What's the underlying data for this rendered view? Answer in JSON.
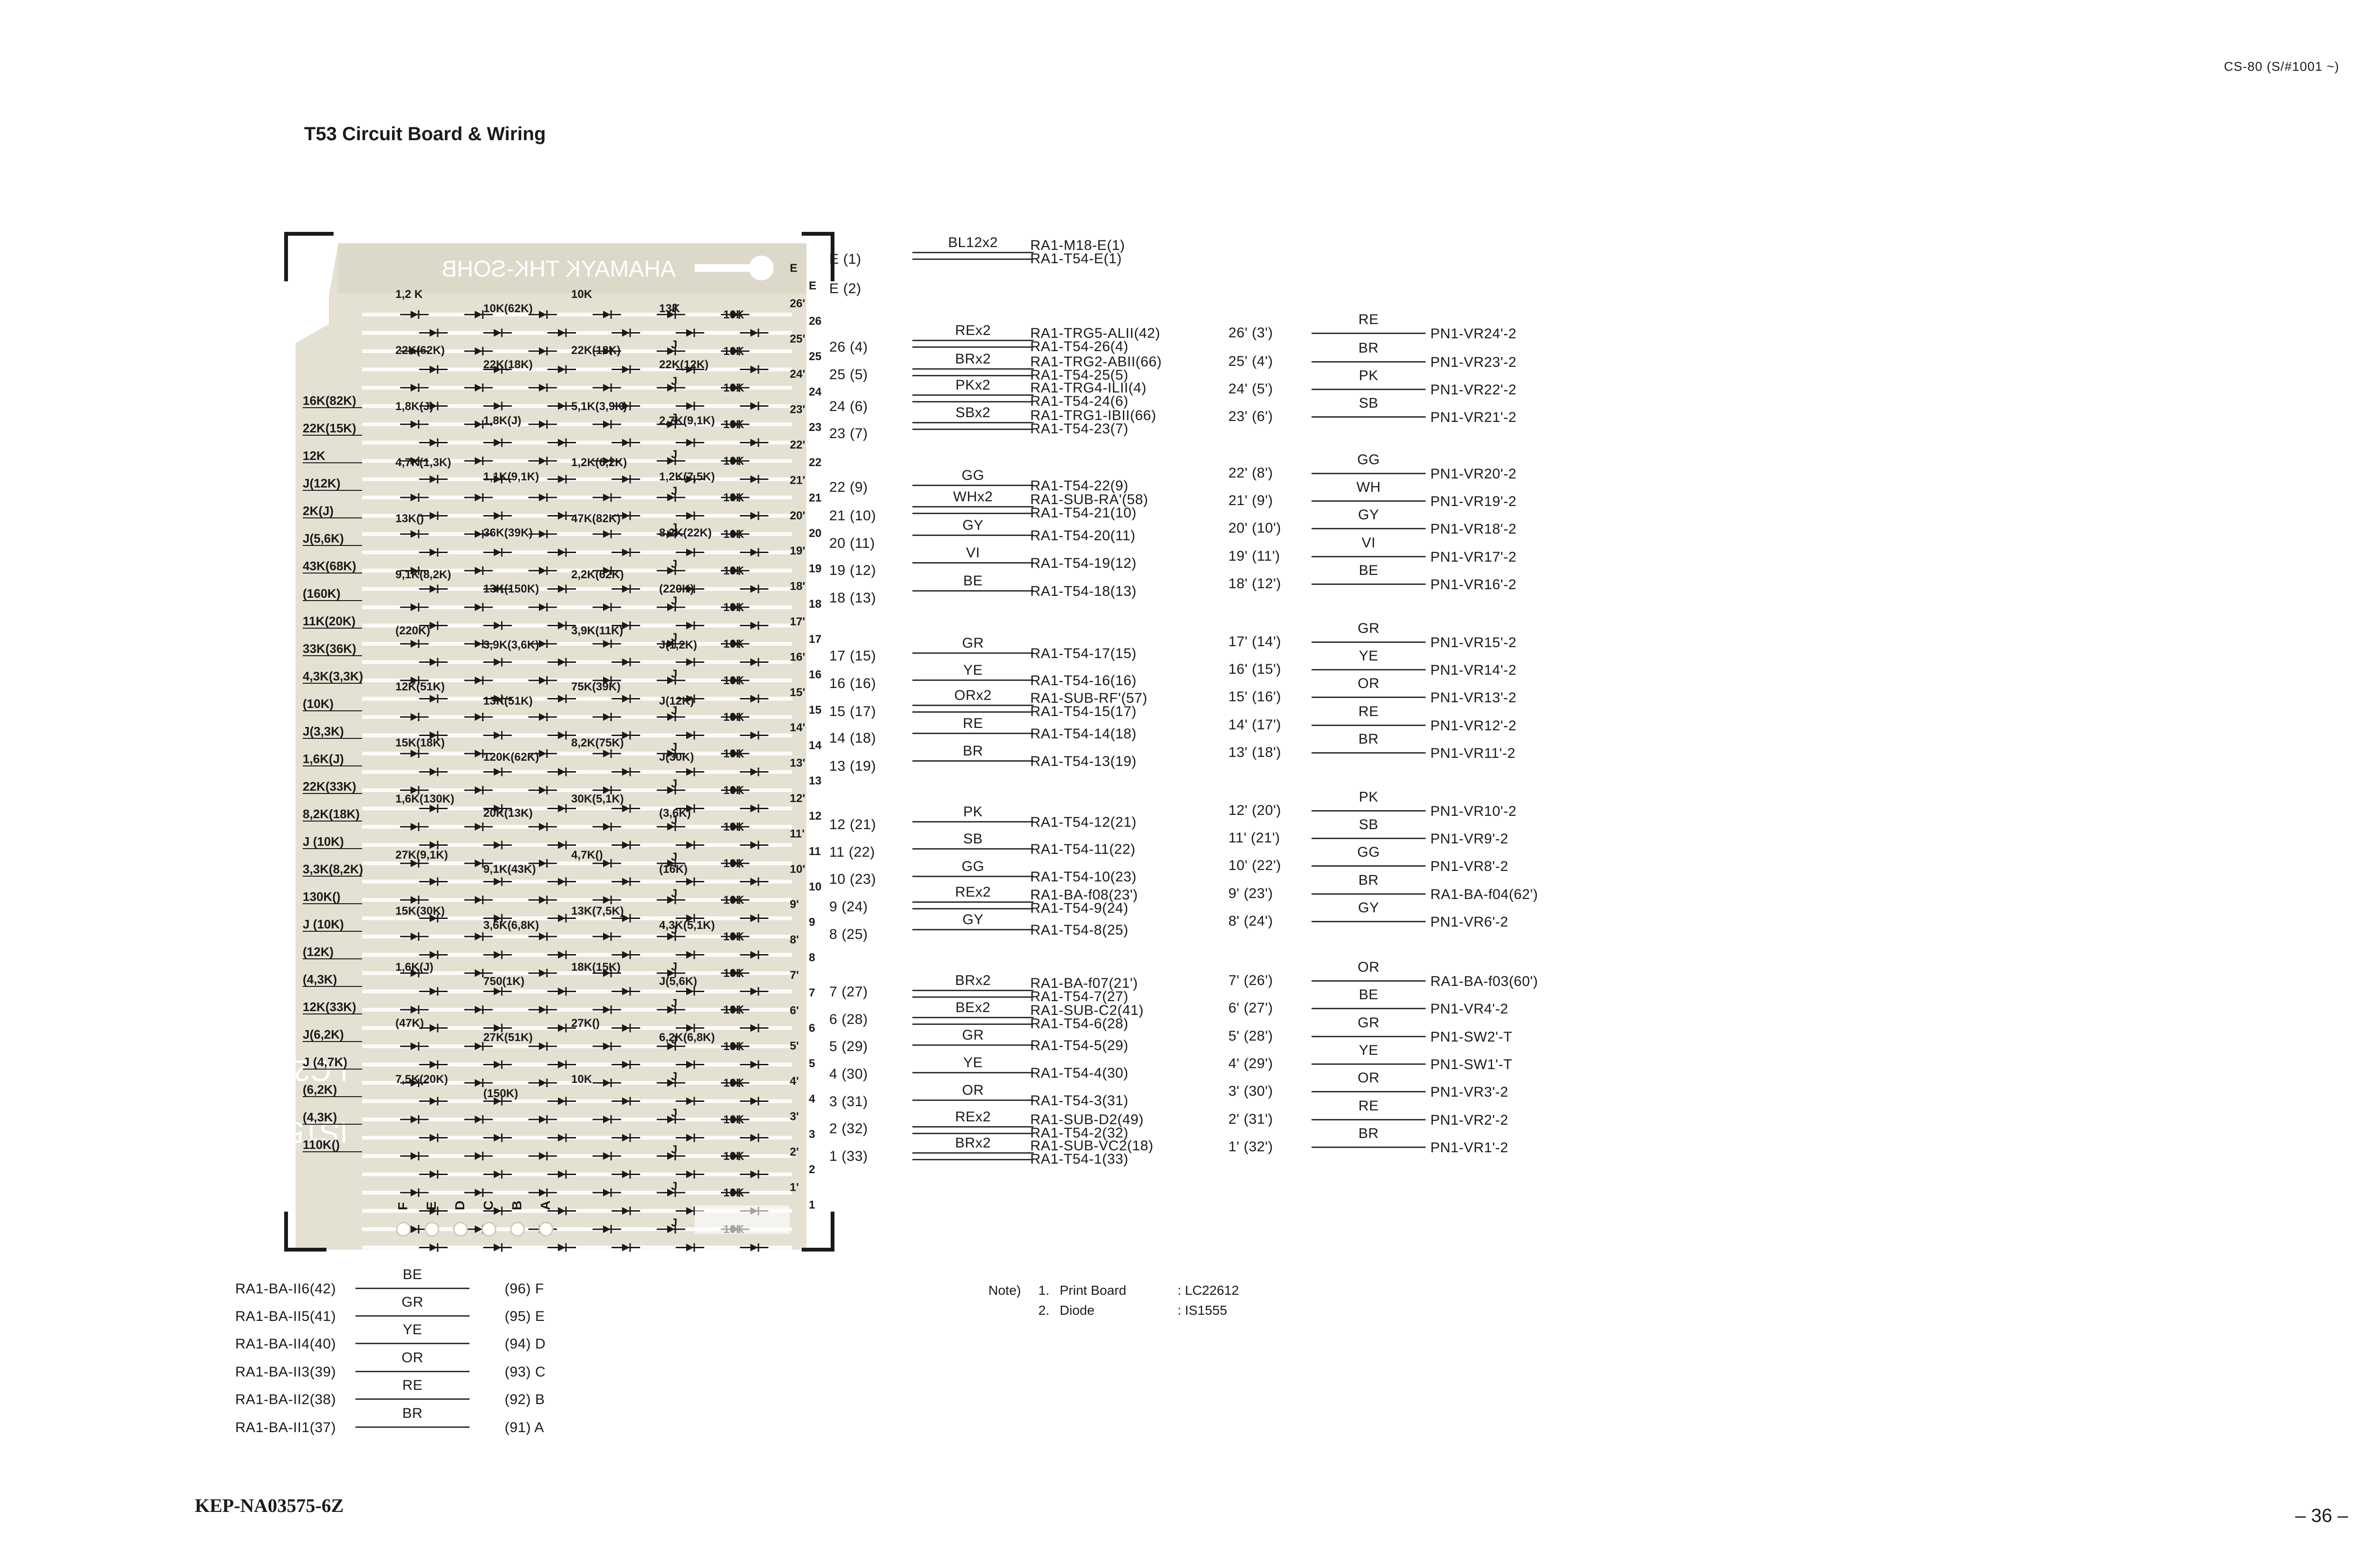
{
  "header": {
    "model": "CS-80 (S/#1001 ~)"
  },
  "title": "T53 Circuit Board & Wiring",
  "footer": {
    "code": "KEP-NA03575-6Z",
    "page": "– 36 –"
  },
  "board": {
    "top_text": [
      "K THK-SOHB",
      "AHAMAY"
    ],
    "side_text": [
      "LC22612",
      "IS1555"
    ],
    "bottom_pins": [
      "F",
      "E",
      "D",
      "C",
      "B",
      "A"
    ],
    "left_labels": [
      "16K(82K)",
      "22K(15K)",
      "12K",
      "J(12K)",
      "2K(J)",
      "J(5,6K)",
      "43K(68K)",
      "(160K)",
      "11K(20K)",
      "33K(36K)",
      "4,3K(3,3K)",
      "(10K)",
      "J(3,3K)",
      "1,6K(J)",
      "22K(33K)",
      "8,2K(18K)",
      "J (10K)",
      "3,3K(8,2K)",
      "130K()",
      "J (10K)",
      "(12K)",
      "(4,3K)",
      "12K(33K)",
      "J(6,2K)",
      "J (4,7K)",
      "(6,2K)",
      "(4,3K)",
      "110K()"
    ],
    "inner_labels": [
      "1,2 K",
      "10K(62K)",
      "10K",
      "13K",
      "22K(62K)",
      "22K(18K)",
      "22K(18K)",
      "22K(12K)",
      "1,8K(J)",
      "1,8K(J)",
      "5,1K(3,9K)",
      "2,7K(9,1K)",
      "4,7K(1,3K)",
      "1,1K(9,1K)",
      "1,2K(6,2K)",
      "1,2K(7,5K)",
      "13K()",
      "36K(39K)",
      "47K(82K)",
      "8,2K(22K)",
      "9,1K(8,2K)",
      "13K(150K)",
      "2,2K(62K)",
      "(220K)",
      "(220K)",
      "3,9K(3,6K)",
      "3,9K(11K)",
      "J(1,2K)",
      "12K(51K)",
      "13K(51K)",
      "75K(39K)",
      "J(12K)",
      "15K(18K)",
      "120K(62K)",
      "8,2K(75K)",
      "J(30K)",
      "1,6K(130K)",
      "20K(13K)",
      "30K(5,1K)",
      "(3,6K)",
      "27K(9,1K)",
      "9,1K(43K)",
      "4,7K()",
      "(16K)",
      "15K(30K)",
      "3,6K(6,8K)",
      "13K(7,5K)",
      "4,3K(5,1K)",
      "1,6K(J)",
      "750(1K)",
      "18K(15K)",
      "J(5,6K)",
      "(47K)",
      "27K(51K)",
      "27K()",
      "6,2K(6,8K)",
      "7,5K(20K)",
      "(150K)",
      "10K"
    ],
    "j_label": "J",
    "tk_label": "10K",
    "right_edge_labels": [
      "E",
      "E",
      "26'",
      "26",
      "25'",
      "25",
      "24'",
      "24",
      "23'",
      "23",
      "22'",
      "22",
      "21'",
      "21",
      "20'",
      "20",
      "19'",
      "19",
      "18'",
      "18",
      "17'",
      "17",
      "16'",
      "16",
      "15'",
      "15",
      "14'",
      "14",
      "13'",
      "13",
      "12'",
      "12",
      "11'",
      "11",
      "10'",
      "10",
      "9'",
      "9",
      "8'",
      "8",
      "7'",
      "7",
      "6'",
      "6",
      "5'",
      "5",
      "4'",
      "4",
      "3'",
      "3",
      "2'",
      "2",
      "1'",
      "1"
    ]
  },
  "terminals_col1": [
    {
      "label": "E (1)"
    },
    {
      "label": "E (2)"
    },
    {
      "label": "26 (4)"
    },
    {
      "label": "25 (5)"
    },
    {
      "label": "24 (6)"
    },
    {
      "label": "23 (7)"
    },
    {
      "label": "22 (9)"
    },
    {
      "label": "21 (10)"
    },
    {
      "label": "20 (11)"
    },
    {
      "label": "19 (12)"
    },
    {
      "label": "18 (13)"
    },
    {
      "label": "17 (15)"
    },
    {
      "label": "16 (16)"
    },
    {
      "label": "15 (17)"
    },
    {
      "label": "14 (18)"
    },
    {
      "label": "13 (19)"
    },
    {
      "label": "12 (21)"
    },
    {
      "label": "11 (22)"
    },
    {
      "label": "10 (23)"
    },
    {
      "label": "9 (24)"
    },
    {
      "label": "8 (25)"
    },
    {
      "label": "7 (27)"
    },
    {
      "label": "6 (28)"
    },
    {
      "label": "5 (29)"
    },
    {
      "label": "4 (30)"
    },
    {
      "label": "3 (31)"
    },
    {
      "label": "2 (32)"
    },
    {
      "label": "1 (33)"
    }
  ],
  "wires_col1": [
    {
      "color": "BL12x2",
      "dest": [
        "RA1-M18-E(1)",
        "RA1-T54-E(1)"
      ]
    },
    {
      "color": "REx2",
      "dest": [
        "RA1-TRG5-ALII(42)",
        "RA1-T54-26(4)"
      ]
    },
    {
      "color": "BRx2",
      "dest": [
        "RA1-TRG2-ABII(66)",
        "RA1-T54-25(5)"
      ]
    },
    {
      "color": "PKx2",
      "dest": [
        "RA1-TRG4-ILII(4)",
        "RA1-T54-24(6)"
      ]
    },
    {
      "color": "SBx2",
      "dest": [
        "RA1-TRG1-IBII(66)",
        "RA1-T54-23(7)"
      ]
    },
    {
      "color": "GG",
      "dest": [
        "RA1-T54-22(9)"
      ]
    },
    {
      "color": "WHx2",
      "dest": [
        "RA1-SUB-RA'(58)",
        "RA1-T54-21(10)"
      ]
    },
    {
      "color": "GY",
      "dest": [
        "RA1-T54-20(11)"
      ]
    },
    {
      "color": "VI",
      "dest": [
        "RA1-T54-19(12)"
      ]
    },
    {
      "color": "BE",
      "dest": [
        "RA1-T54-18(13)"
      ]
    },
    {
      "color": "GR",
      "dest": [
        "RA1-T54-17(15)"
      ]
    },
    {
      "color": "YE",
      "dest": [
        "RA1-T54-16(16)"
      ]
    },
    {
      "color": "ORx2",
      "dest": [
        "RA1-SUB-RF'(57)",
        "RA1-T54-15(17)"
      ]
    },
    {
      "color": "RE",
      "dest": [
        "RA1-T54-14(18)"
      ]
    },
    {
      "color": "BR",
      "dest": [
        "RA1-T54-13(19)"
      ]
    },
    {
      "color": "PK",
      "dest": [
        "RA1-T54-12(21)"
      ]
    },
    {
      "color": "SB",
      "dest": [
        "RA1-T54-11(22)"
      ]
    },
    {
      "color": "GG",
      "dest": [
        "RA1-T54-10(23)"
      ]
    },
    {
      "color": "REx2",
      "dest": [
        "RA1-BA-f08(23')",
        "RA1-T54-9(24)"
      ]
    },
    {
      "color": "GY",
      "dest": [
        "RA1-T54-8(25)"
      ]
    },
    {
      "color": "BRx2",
      "dest": [
        "RA1-BA-f07(21')",
        "RA1-T54-7(27)"
      ]
    },
    {
      "color": "BEx2",
      "dest": [
        "RA1-SUB-C2(41)",
        "RA1-T54-6(28)"
      ]
    },
    {
      "color": "GR",
      "dest": [
        "RA1-T54-5(29)"
      ]
    },
    {
      "color": "YE",
      "dest": [
        "RA1-T54-4(30)"
      ]
    },
    {
      "color": "OR",
      "dest": [
        "RA1-T54-3(31)"
      ]
    },
    {
      "color": "REx2",
      "dest": [
        "RA1-SUB-D2(49)",
        "RA1-T54-2(32)"
      ]
    },
    {
      "color": "BRx2",
      "dest": [
        "RA1-SUB-VC2(18)",
        "RA1-T54-1(33)"
      ]
    }
  ],
  "wires_col2": [
    {
      "term": "26' (3')",
      "color": "RE",
      "dest": "PN1-VR24'-2"
    },
    {
      "term": "25' (4')",
      "color": "BR",
      "dest": "PN1-VR23'-2"
    },
    {
      "term": "24' (5')",
      "color": "PK",
      "dest": "PN1-VR22'-2"
    },
    {
      "term": "23' (6')",
      "color": "SB",
      "dest": "PN1-VR21'-2"
    },
    {
      "term": "22' (8')",
      "color": "GG",
      "dest": "PN1-VR20'-2"
    },
    {
      "term": "21' (9')",
      "color": "WH",
      "dest": "PN1-VR19'-2"
    },
    {
      "term": "20' (10')",
      "color": "GY",
      "dest": "PN1-VR18'-2"
    },
    {
      "term": "19' (11')",
      "color": "VI",
      "dest": "PN1-VR17'-2"
    },
    {
      "term": "18' (12')",
      "color": "BE",
      "dest": "PN1-VR16'-2"
    },
    {
      "term": "17' (14')",
      "color": "GR",
      "dest": "PN1-VR15'-2"
    },
    {
      "term": "16' (15')",
      "color": "YE",
      "dest": "PN1-VR14'-2"
    },
    {
      "term": "15' (16')",
      "color": "OR",
      "dest": "PN1-VR13'-2"
    },
    {
      "term": "14' (17')",
      "color": "RE",
      "dest": "PN1-VR12'-2"
    },
    {
      "term": "13' (18')",
      "color": "BR",
      "dest": "PN1-VR11'-2"
    },
    {
      "term": "12' (20')",
      "color": "PK",
      "dest": "PN1-VR10'-2"
    },
    {
      "term": "11' (21')",
      "color": "SB",
      "dest": "PN1-VR9'-2"
    },
    {
      "term": "10' (22')",
      "color": "GG",
      "dest": "PN1-VR8'-2"
    },
    {
      "term": "9' (23')",
      "color": "BR",
      "dest": "RA1-BA-f04(62')"
    },
    {
      "term": "8' (24')",
      "color": "GY",
      "dest": "PN1-VR6'-2"
    },
    {
      "term": "7' (26')",
      "color": "OR",
      "dest": "RA1-BA-f03(60')"
    },
    {
      "term": "6' (27')",
      "color": "BE",
      "dest": "PN1-VR4'-2"
    },
    {
      "term": "5' (28')",
      "color": "GR",
      "dest": "PN1-SW2'-T"
    },
    {
      "term": "4' (29')",
      "color": "YE",
      "dest": "PN1-SW1'-T"
    },
    {
      "term": "3' (30')",
      "color": "OR",
      "dest": "PN1-VR3'-2"
    },
    {
      "term": "2' (31')",
      "color": "RE",
      "dest": "PN1-VR2'-2"
    },
    {
      "term": "1' (32')",
      "color": "BR",
      "dest": "PN1-VR1'-2"
    }
  ],
  "bottom_wires": [
    {
      "src": "RA1-BA-II6(42)",
      "color": "BE",
      "term": "(96) F"
    },
    {
      "src": "RA1-BA-II5(41)",
      "color": "GR",
      "term": "(95) E"
    },
    {
      "src": "RA1-BA-II4(40)",
      "color": "YE",
      "term": "(94) D"
    },
    {
      "src": "RA1-BA-II3(39)",
      "color": "OR",
      "term": "(93) C"
    },
    {
      "src": "RA1-BA-II2(38)",
      "color": "RE",
      "term": "(92) B"
    },
    {
      "src": "RA1-BA-II1(37)",
      "color": "BR",
      "term": "(91) A"
    }
  ],
  "notes": {
    "prefix": "Note)",
    "items": [
      {
        "num": "1.",
        "name": "Print Board",
        "value": ": LC22612"
      },
      {
        "num": "2.",
        "name": "Diode",
        "value": ": IS1555"
      }
    ]
  },
  "colors": {
    "board": "#e4e1d3",
    "trace": "#ffffff",
    "ink": "#1a1a1a"
  }
}
